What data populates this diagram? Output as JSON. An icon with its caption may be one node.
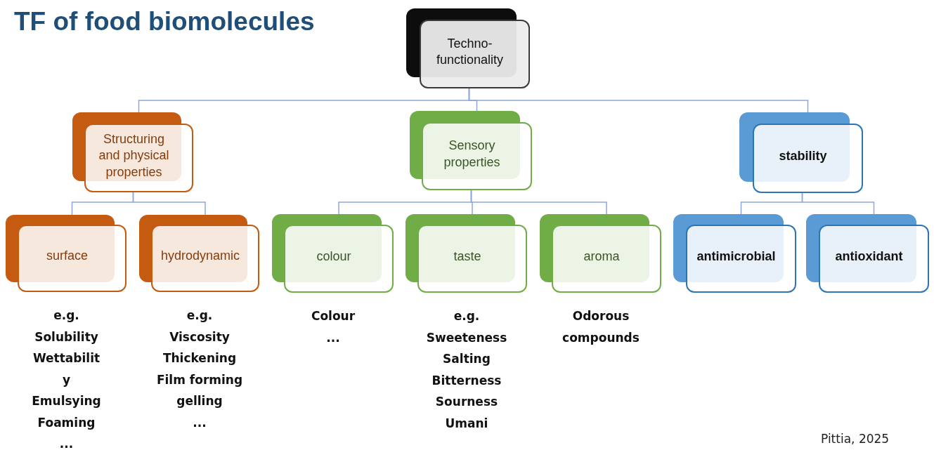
{
  "diagram": {
    "title": "TF of food biomolecules",
    "nodes": [
      {
        "text": [
          "Techno-functionality"
        ]
      },
      {
        "text": [
          "Structuring and physical properties"
        ]
      },
      {
        "text": [
          "Sensory properties"
        ]
      },
      {
        "text": [
          "stability"
        ]
      },
      {
        "text": [
          "surface"
        ],
        "beside": [
          "e.g.",
          "Solubility",
          "Wettabilit",
          "y",
          "Emulsying",
          "Foaming",
          "..."
        ]
      },
      {
        "text": [
          "hydrodynamic"
        ],
        "beside": [
          "e.g.",
          "Viscosity",
          "Thickening",
          "Film forming",
          "gelling",
          "..."
        ]
      },
      {
        "text": [
          "colour"
        ],
        "beside": [
          "Colour",
          "..."
        ]
      },
      {
        "text": [
          "taste"
        ],
        "beside": [
          "e.g.",
          "Sweeteness",
          "Salting",
          "Bitterness",
          "Sourness",
          "Umani"
        ]
      },
      {
        "text": [
          "aroma"
        ],
        "beside": [
          "Odorous",
          "compounds"
        ]
      },
      {
        "text": [
          "antimicrobial"
        ]
      },
      {
        "text": [
          "antioxidant"
        ]
      }
    ],
    "edges": [
      {
        "from": 0,
        "to": 1,
        "arrow": "none"
      },
      {
        "from": 0,
        "to": 2,
        "arrow": "none"
      },
      {
        "from": 0,
        "to": 3,
        "arrow": "none"
      },
      {
        "from": 1,
        "to": 4,
        "arrow": "none"
      },
      {
        "from": 1,
        "to": 5,
        "arrow": "none"
      },
      {
        "from": 2,
        "to": 6,
        "arrow": "none"
      },
      {
        "from": 2,
        "to": 7,
        "arrow": "none"
      },
      {
        "from": 2,
        "to": 8,
        "arrow": "none"
      },
      {
        "from": 3,
        "to": 9,
        "arrow": "none"
      },
      {
        "from": 3,
        "to": 10,
        "arrow": "none"
      }
    ],
    "labels": [
      "Pittia, 2025"
    ]
  }
}
